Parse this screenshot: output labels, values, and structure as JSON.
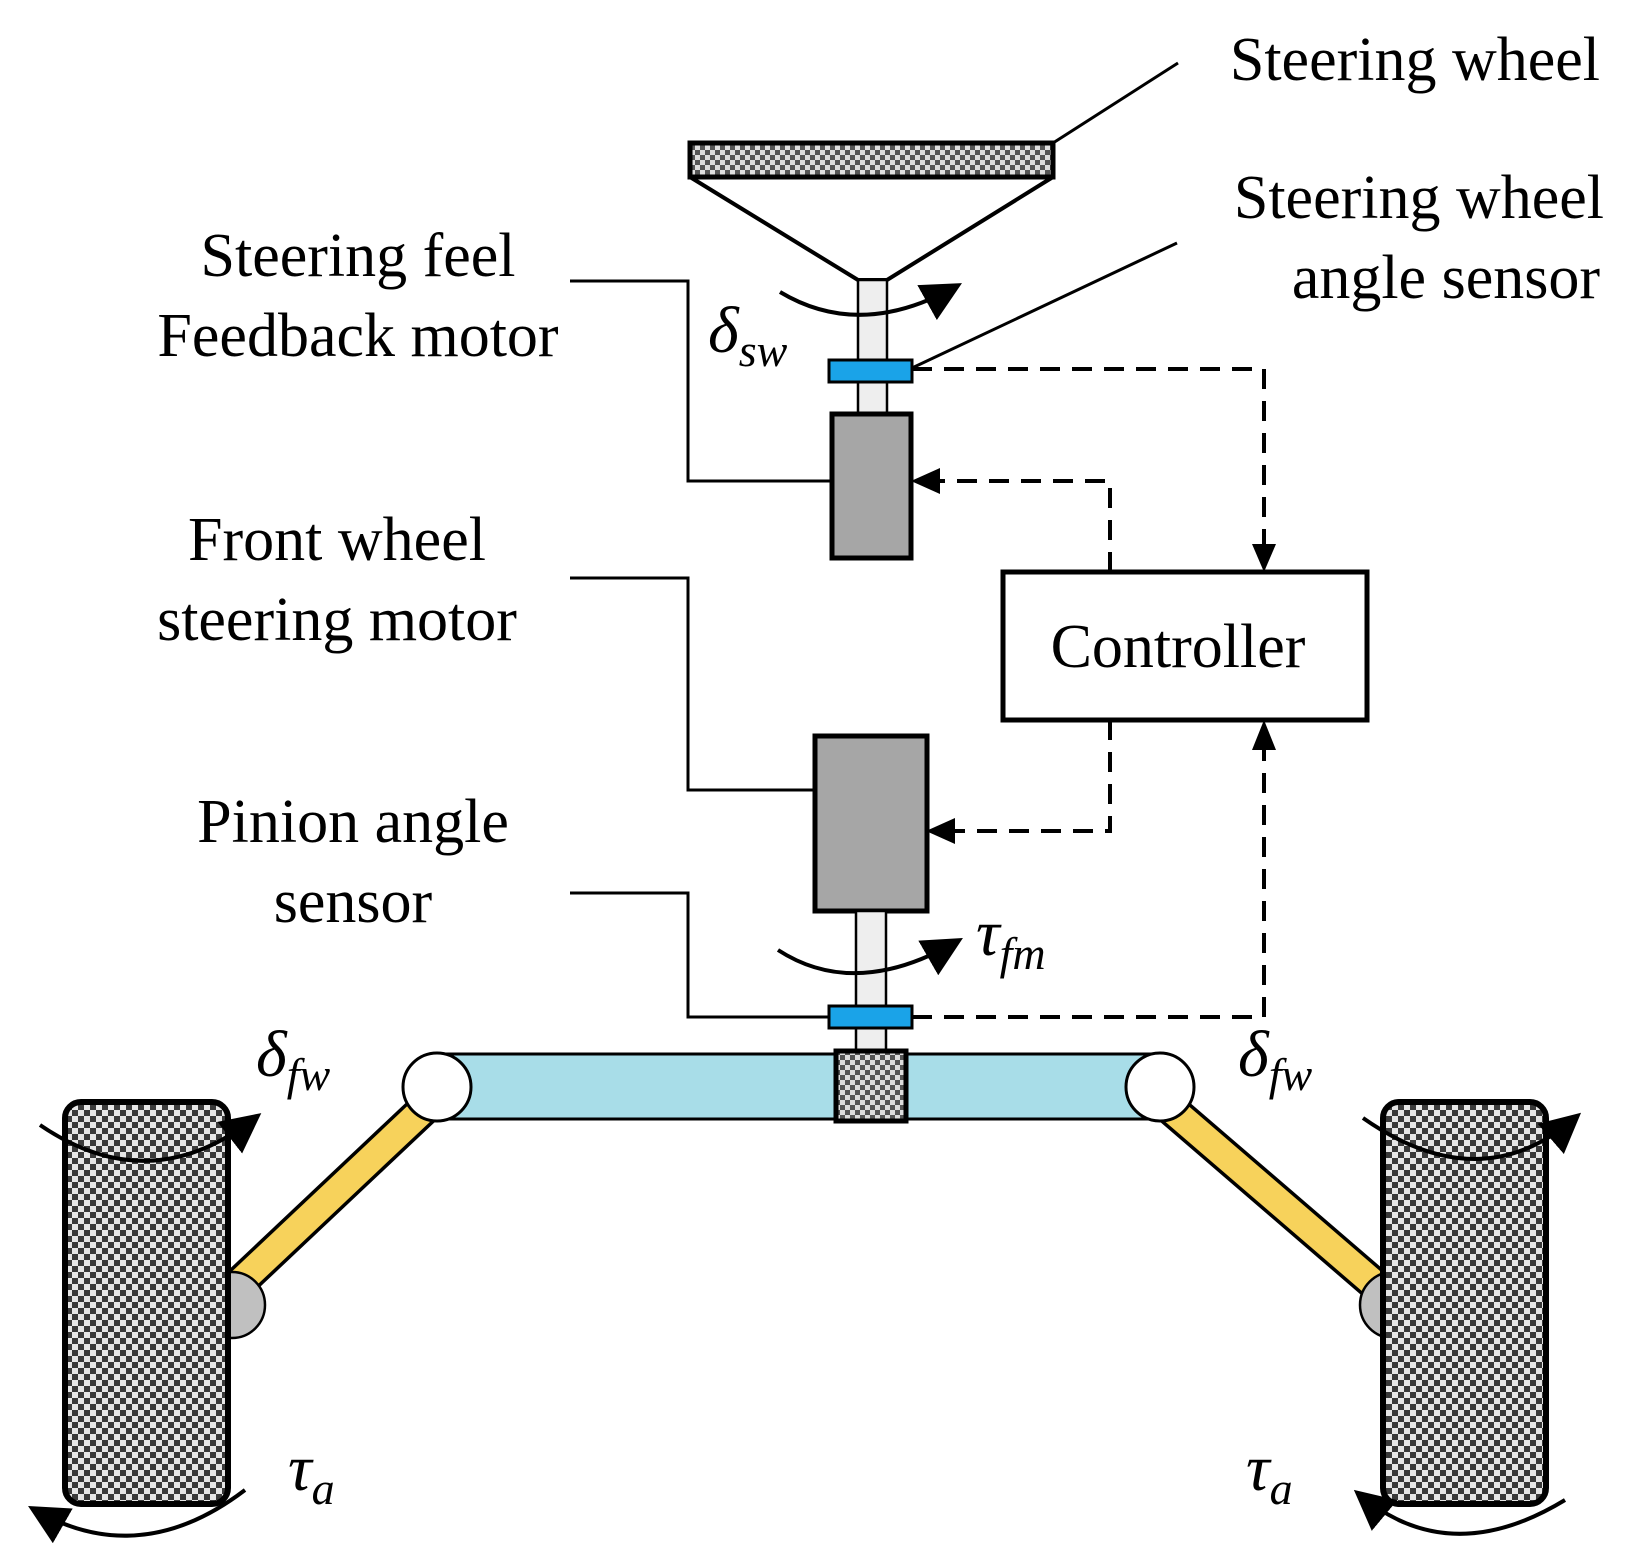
{
  "labels": {
    "steering_wheel": "Steering wheel",
    "sw_angle_sensor_line1": "Steering wheel",
    "sw_angle_sensor_line2": "angle sensor",
    "feedback_motor_line1": "Steering feel",
    "feedback_motor_line2": "Feedback motor",
    "front_motor_line1": "Front wheel",
    "front_motor_line2": "steering motor",
    "pinion_sensor_line1": "Pinion angle",
    "pinion_sensor_line2": "sensor",
    "controller": "Controller"
  },
  "symbols": {
    "delta": "δ",
    "tau": "τ",
    "sw_sub": "sw",
    "fw_sub": "fw",
    "fm_sub": "fm",
    "a_sub": "a"
  },
  "colors": {
    "sensor_blue": "#1aa3e8",
    "rack_blue": "#a8dde8",
    "tie_rod_yellow": "#f7d25b",
    "motor_gray": "#a6a6a6",
    "shaft_gray": "#eeeeee",
    "joint_gray": "#c0c0c0",
    "tire_dark": "#3a3a3a"
  }
}
